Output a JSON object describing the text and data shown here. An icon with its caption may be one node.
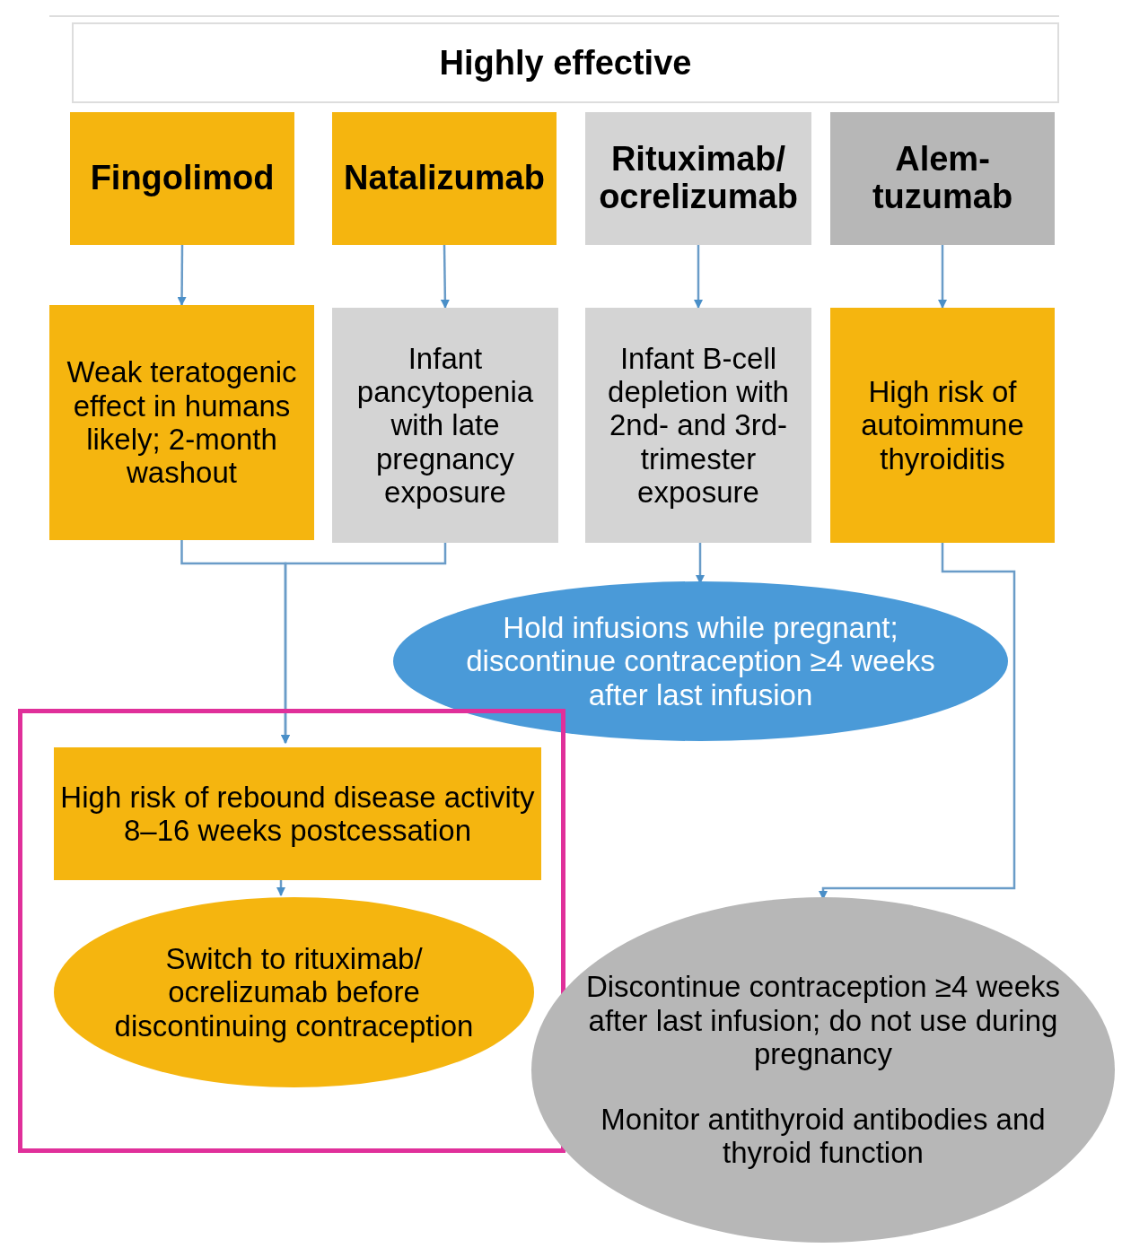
{
  "diagram": {
    "nodes": [
      {
        "text": [
          "Highly effective"
        ]
      },
      {
        "text": [
          "Fingolimod"
        ]
      },
      {
        "text": [
          "Natalizumab"
        ]
      },
      {
        "text": [
          "Rituximab/ ocrelizumab"
        ]
      },
      {
        "text": [
          "Alem- tuzumab"
        ]
      },
      {
        "text": [
          "Weak teratogenic effect in humans likely; 2-month washout"
        ]
      },
      {
        "text": [
          "Infant pancytopenia with late pregnancy exposure"
        ]
      },
      {
        "text": [
          "Infant B-cell depletion with 2nd- and 3rd-trimester exposure"
        ]
      },
      {
        "text": [
          "High risk of autoimmune thyroiditis"
        ]
      },
      {
        "text": [
          "Hold infusions while pregnant; discontinue contraception ≥4 weeks after last infusion"
        ]
      },
      {
        "text": [],
        "shape": "box"
      },
      {
        "text": [
          "High risk of rebound disease activity 8–16 weeks postcessation"
        ],
        "in": 10
      },
      {
        "text": [
          "Switch to rituximab/ ocrelizumab before discontinuing contraception"
        ],
        "in": 10
      },
      {
        "text": [
          "Discontinue contraception ≥4 weeks after last infusion; do not use during pregnancy",
          "Monitor antithyroid antibodies and thyroid function"
        ]
      }
    ],
    "edges": [
      {
        "from": 1,
        "to": 5,
        "arrow": "to"
      },
      {
        "from": 2,
        "to": 6,
        "arrow": "to"
      },
      {
        "from": 3,
        "to": 7,
        "arrow": "to"
      },
      {
        "from": 4,
        "to": 8,
        "arrow": "to"
      },
      {
        "from": 5,
        "to": 11,
        "arrow": "to"
      },
      {
        "from": 6,
        "to": 11,
        "arrow": "to"
      },
      {
        "from": 7,
        "to": 9,
        "arrow": "to"
      },
      {
        "from": 8,
        "to": 13,
        "arrow": "to"
      },
      {
        "from": 11,
        "to": 12,
        "arrow": "to"
      }
    ]
  }
}
